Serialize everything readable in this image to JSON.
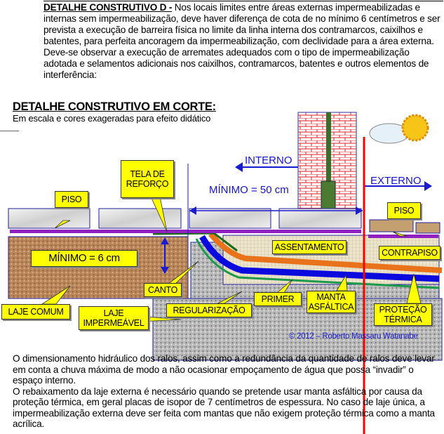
{
  "intro": {
    "heading": "DETALHE CONSTRUTIVO D -",
    "paragraph1": "Nos locais limites entre áreas externas impermeabilizadas e internas sem impermeabilização, deve haver diferença de cota de no mínimo 6 centímetros e ser prevista a execução de barreira física no limite da linha interna dos contramarcos, caixilhos e batentes, para perfeita ancoragem da impermeabilização, com declividade para a área externa.",
    "paragraph2": "Deve-se observar a execução de arremates adequados com o tipo de impermeabilização adotada e selamentos adicionais nos caixilhos, contramarcos, batentes e outros elementos de interferência:"
  },
  "section": {
    "title": "DETALHE CONSTRUTIVO EM CORTE:",
    "subtitle": "Em escala e cores exageradas para efeito didático"
  },
  "diagram": {
    "interno": "INTERNO",
    "externo": "EXTERNO",
    "minimo_50": "MÍNIMO = 50 cm",
    "minimo_6": "MÍNIMO = 6 cm",
    "labels": {
      "tela": "TELA DE REFORÇO",
      "piso": "PISO",
      "piso_ext": "PISO",
      "assentamento": "ASSENTAMENTO",
      "contrapiso": "CONTRAPISO",
      "canto": "CANTO",
      "laje_comum": "LAJE COMUM",
      "laje_imp": "LAJE IMPERMEÁVEL",
      "regularizacao": "REGULARIZAÇÃO",
      "primer": "PRIMER",
      "manta": "MANTA ASFÁLTICA",
      "protecao": "PROTEÇÃO TÉRMICA"
    },
    "copyright": "© 2012 – Roberto Massaru Watanabe",
    "colors": {
      "blue": "#0a0adf",
      "orange": "#e8731a",
      "green": "#1a9a4a",
      "purple": "#9020c0",
      "red": "#ff0000",
      "label": "#ffff00"
    }
  },
  "outro": {
    "paragraph1": "O dimensionamento hidráulico dos ralos, assim como a redundância da quantidade de ralos deve levar em conta a chuva máxima de modo a não ocasionar empoçamento de água que possa “invadir” o espaço interno.",
    "paragraph2": "O rebaixamento da laje externa é necessário quando se pretende usar manta asfáltica por causa da proteção térmica, em geral placas de isopor de 7 centímetros de espessura. No caso de laje única, a impermeabilização externa deve ser feita com mantas que não exigem proteção térmica como a manta acrílica."
  }
}
